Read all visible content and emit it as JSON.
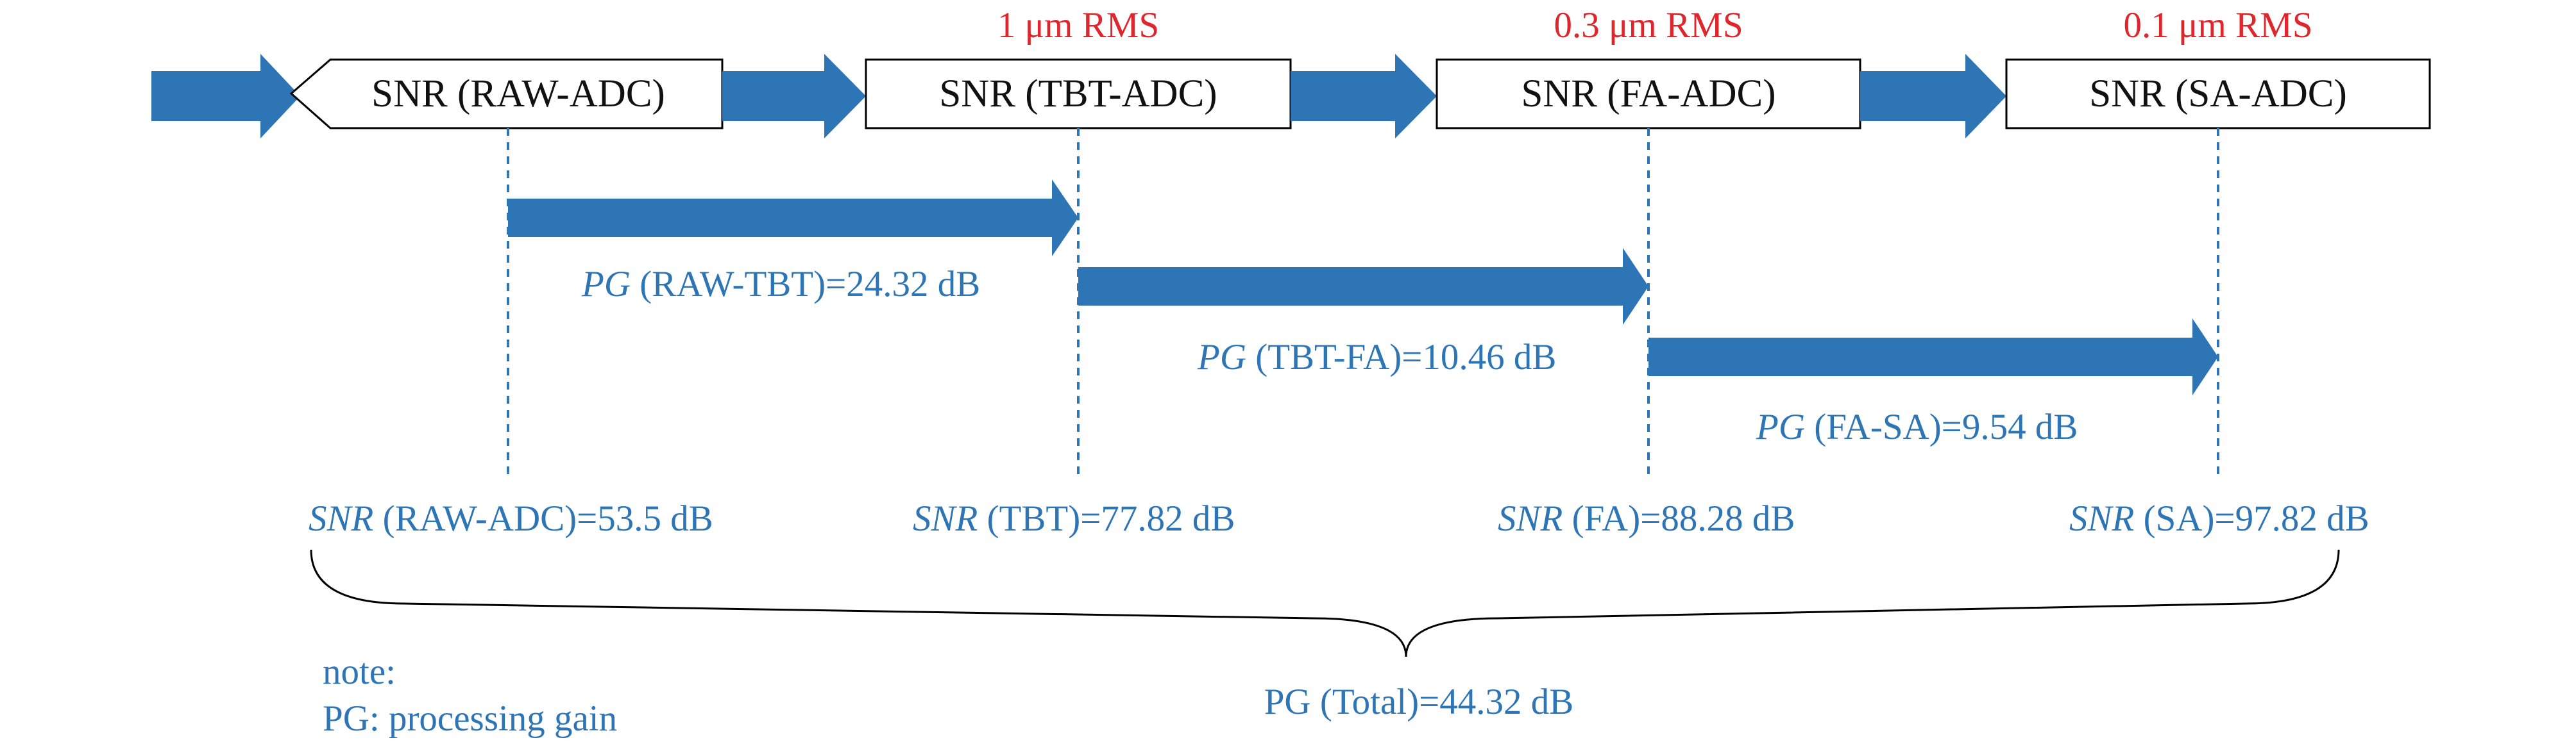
{
  "colors": {
    "arrow_fill": "#2e75b6",
    "label_blue": "#2e75b6",
    "rms_red": "#e0262d",
    "box_stroke": "#000000",
    "text_black": "#111111"
  },
  "stages": [
    {
      "label": "SNR (RAW-ADC)"
    },
    {
      "label": "SNR (TBT-ADC)",
      "rms": "1 μm RMS"
    },
    {
      "label": "SNR (FA-ADC)",
      "rms": "0.3 μm RMS"
    },
    {
      "label": "SNR (SA-ADC)",
      "rms": "0.1 μm RMS"
    }
  ],
  "gains": [
    {
      "prefix": "PG",
      "text": " (RAW-TBT)=24.32 dB"
    },
    {
      "prefix": "PG",
      "text": " (TBT-FA)=10.46 dB"
    },
    {
      "prefix": "PG",
      "text": " (FA-SA)=9.54 dB"
    }
  ],
  "snr_values": [
    {
      "prefix": "SNR",
      "text": " (RAW-ADC)=53.5 dB"
    },
    {
      "prefix": "SNR",
      "text": " (TBT)=77.82 dB"
    },
    {
      "prefix": "SNR",
      "text": " (FA)=88.28 dB"
    },
    {
      "prefix": "SNR",
      "text": " (SA)=97.82 dB"
    }
  ],
  "total": "PG (Total)=44.32 dB",
  "note": {
    "title": "note:",
    "line": "PG: processing gain"
  }
}
